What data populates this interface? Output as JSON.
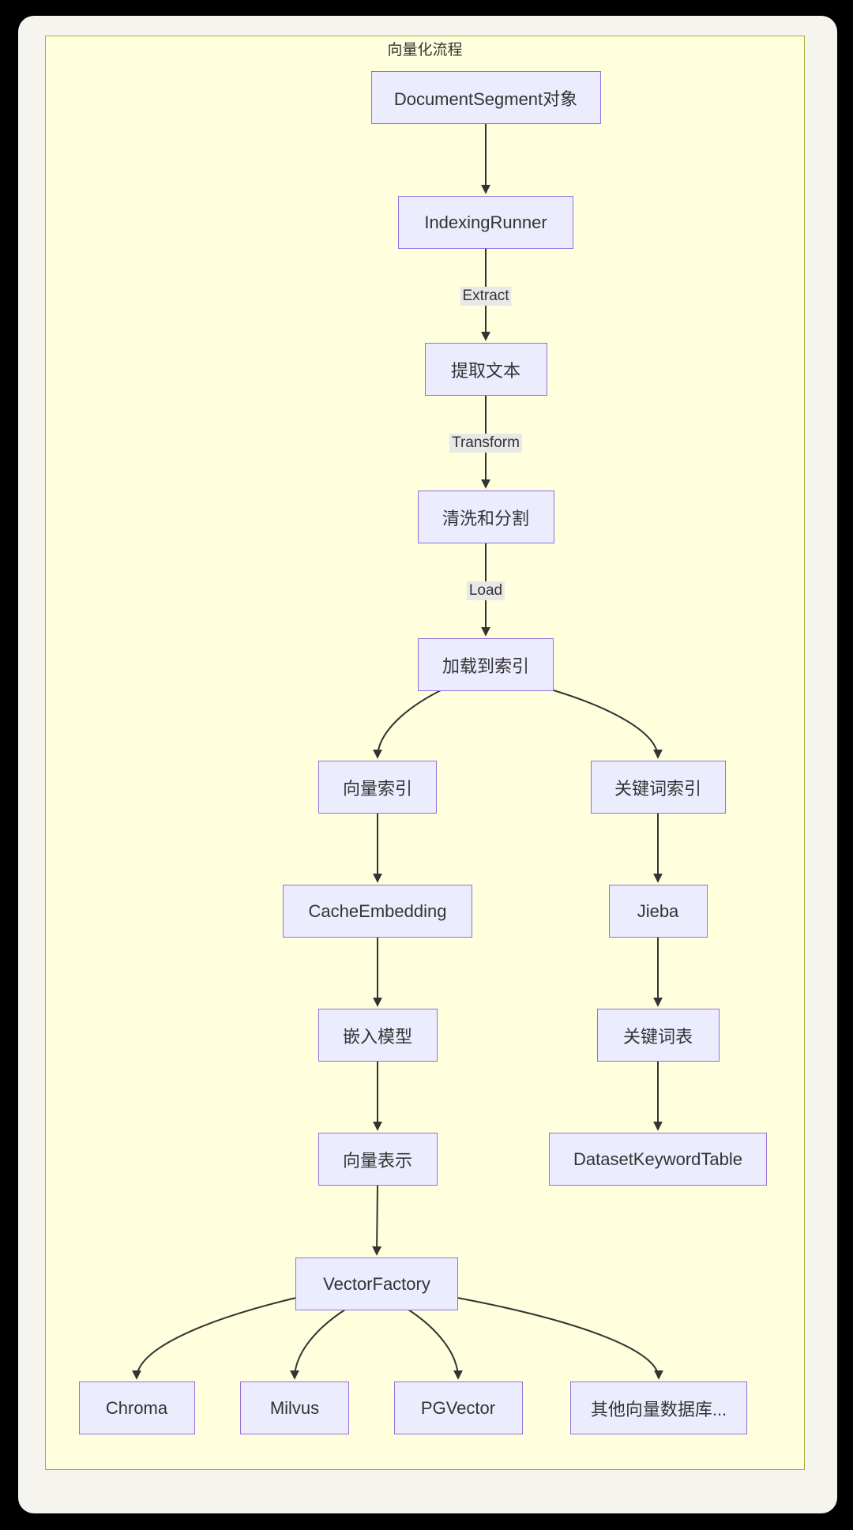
{
  "diagram": {
    "cluster_title": "向量化流程",
    "nodes": [
      {
        "id": "doc_segment",
        "label": "DocumentSegment对象"
      },
      {
        "id": "indexing_runner",
        "label": "IndexingRunner"
      },
      {
        "id": "extract_text",
        "label": "提取文本"
      },
      {
        "id": "clean_split",
        "label": "清洗和分割"
      },
      {
        "id": "load_index",
        "label": "加载到索引"
      },
      {
        "id": "vector_index",
        "label": "向量索引"
      },
      {
        "id": "keyword_index",
        "label": "关键词索引"
      },
      {
        "id": "cache_embedding",
        "label": "CacheEmbedding"
      },
      {
        "id": "jieba",
        "label": "Jieba"
      },
      {
        "id": "embedding_model",
        "label": "嵌入模型"
      },
      {
        "id": "keyword_table",
        "label": "关键词表"
      },
      {
        "id": "vector_repr",
        "label": "向量表示"
      },
      {
        "id": "dataset_keyword_table",
        "label": "DatasetKeywordTable"
      },
      {
        "id": "vector_factory",
        "label": "VectorFactory"
      },
      {
        "id": "chroma",
        "label": "Chroma"
      },
      {
        "id": "milvus",
        "label": "Milvus"
      },
      {
        "id": "pgvector",
        "label": "PGVector"
      },
      {
        "id": "other_vdb",
        "label": "其他向量数据库..."
      }
    ],
    "edges": [
      {
        "from": "doc_segment",
        "to": "indexing_runner",
        "label": ""
      },
      {
        "from": "indexing_runner",
        "to": "extract_text",
        "label": "Extract"
      },
      {
        "from": "extract_text",
        "to": "clean_split",
        "label": "Transform"
      },
      {
        "from": "clean_split",
        "to": "load_index",
        "label": "Load"
      },
      {
        "from": "load_index",
        "to": "vector_index",
        "label": ""
      },
      {
        "from": "load_index",
        "to": "keyword_index",
        "label": ""
      },
      {
        "from": "vector_index",
        "to": "cache_embedding",
        "label": ""
      },
      {
        "from": "cache_embedding",
        "to": "embedding_model",
        "label": ""
      },
      {
        "from": "embedding_model",
        "to": "vector_repr",
        "label": ""
      },
      {
        "from": "vector_repr",
        "to": "vector_factory",
        "label": ""
      },
      {
        "from": "vector_factory",
        "to": "chroma",
        "label": ""
      },
      {
        "from": "vector_factory",
        "to": "milvus",
        "label": ""
      },
      {
        "from": "vector_factory",
        "to": "pgvector",
        "label": ""
      },
      {
        "from": "vector_factory",
        "to": "other_vdb",
        "label": ""
      },
      {
        "from": "keyword_index",
        "to": "jieba",
        "label": ""
      },
      {
        "from": "jieba",
        "to": "keyword_table",
        "label": ""
      },
      {
        "from": "keyword_table",
        "to": "dataset_keyword_table",
        "label": ""
      }
    ],
    "colors": {
      "page_background": "#000000",
      "card_background": "#f5f4ef",
      "cluster_fill": "#ffffde",
      "cluster_border": "#aaaa33",
      "node_fill": "#ececff",
      "node_border": "#9370db",
      "edge": "#333333",
      "edge_label_background": "#e8e8e8",
      "text": "#333333"
    }
  }
}
